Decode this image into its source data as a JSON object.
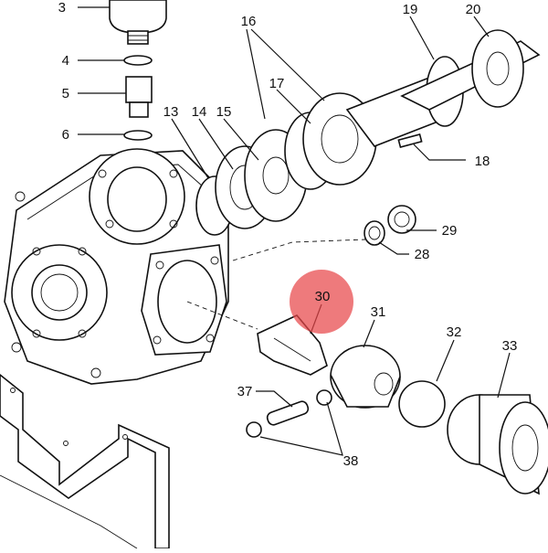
{
  "diagram": {
    "callouts": [
      "3",
      "4",
      "5",
      "6",
      "13",
      "14",
      "15",
      "16",
      "17",
      "18",
      "19",
      "20",
      "28",
      "29",
      "30",
      "31",
      "32",
      "33",
      "37",
      "38"
    ],
    "highlight": {
      "callout": "30",
      "color": "#e8474a"
    }
  }
}
